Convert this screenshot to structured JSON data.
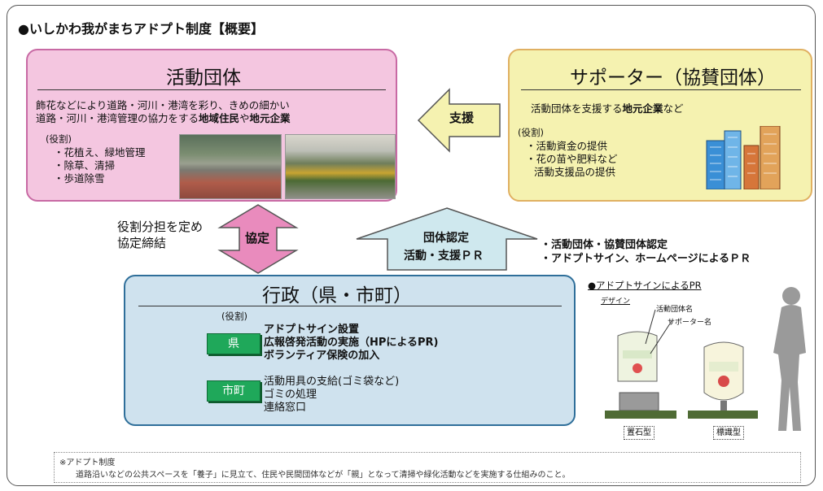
{
  "title": "●いしかわ我がまちアドプト制度【概要】",
  "activity": {
    "title": "活動団体",
    "desc_line1": "飾花などにより道路・河川・港湾を彩り、きめの細かい",
    "desc_line2_prefix": "道路・河川・港湾管理の協力をする",
    "desc_line2_bold1": "地域住民",
    "desc_line2_mid": "や",
    "desc_line2_bold2": "地元企業",
    "role_label": "(役割)",
    "roles": [
      "・花植え、緑地管理",
      "・除草、清掃",
      "・歩道除雪"
    ]
  },
  "supporter": {
    "title": "サポーター（協賛団体）",
    "desc_prefix": "活動団体を支援する",
    "desc_bold": "地元企業",
    "desc_suffix": "など",
    "role_label": "(役割)",
    "roles": [
      "・活動資金の提供",
      "・花の苗や肥料など",
      "活動支援品の提供"
    ]
  },
  "arrows": {
    "support": "支援",
    "agreement": "協定",
    "cert_line1": "団体認定",
    "cert_line2": "活動・支援ＰＲ"
  },
  "agreement_note": [
    "役割分担を定め",
    "協定締結"
  ],
  "cert_notes": [
    "・活動団体・協賛団体認定",
    "・アドプトサイン、ホームページによるＰＲ"
  ],
  "gov": {
    "title": "行政（県・市町）",
    "role_label": "(役割)",
    "pref_badge": "県",
    "pref_roles": [
      "アドプトサイン設置",
      "広報啓発活動の実施（HPによるPR)",
      "ボランティア保険の加入"
    ],
    "city_badge": "市町",
    "city_roles": [
      "活動用具の支給(ゴミ袋など)",
      "ゴミの処理",
      "連絡窓口"
    ]
  },
  "sign": {
    "heading": "●アドプトサインによるPR",
    "design_label": "デザイン",
    "label_group": "活動団体名",
    "label_supporter": "サポーター名",
    "type1": "置石型",
    "type2": "標識型"
  },
  "note": {
    "title": "※アドプト制度",
    "body": "道路沿いなどの公共スペースを「養子」に見立て、住民や民間団体などが「親」となって清掃や緑化活動などを実施する仕組みのこと。"
  },
  "colors": {
    "activity_bg": "#f4c6e0",
    "supporter_bg": "#f5f2b0",
    "gov_bg": "#cfe2ee",
    "badge_green": "#1fa85a",
    "arrow_support": "#f5f2b0",
    "arrow_agree": "#e98bbd",
    "arrow_cert": "#cfe8ee"
  }
}
